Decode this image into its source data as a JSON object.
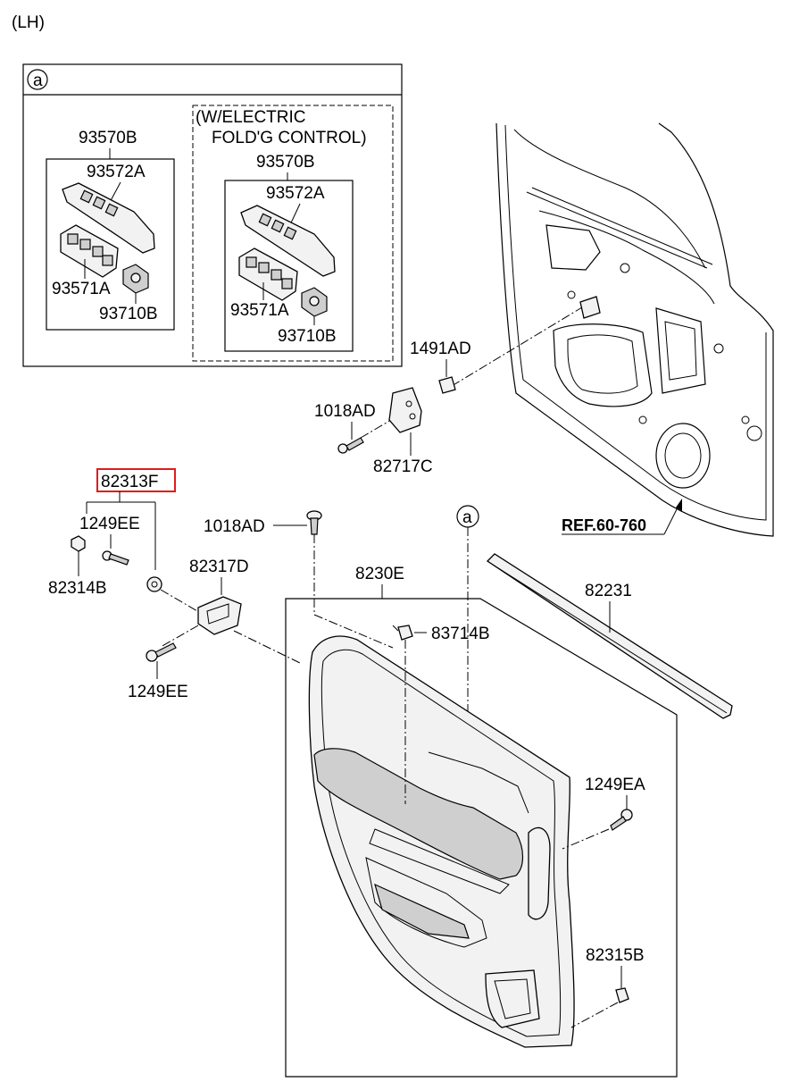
{
  "header": {
    "side": "(LH)"
  },
  "detail_box": {
    "marker": "a",
    "standard": {
      "assembly": "93570B",
      "bezel": "93572A",
      "switch": "93571A",
      "small_switch": "93710B"
    },
    "electric_fold": {
      "note_line1": "(W/ELECTRIC",
      "note_line2": "FOLD'G CONTROL)",
      "assembly": "93570B",
      "bezel": "93572A",
      "switch": "93571A",
      "small_switch": "93710B"
    }
  },
  "parts": {
    "p1491AD": "1491AD",
    "p1018AD_upper": "1018AD",
    "p82717C": "82717C",
    "ref": "REF.60-760",
    "p82313F": "82313F",
    "p1249EE_upper": "1249EE",
    "p82314B": "82314B",
    "p1018AD_lower": "1018AD",
    "p82317D": "82317D",
    "p1249EE_lower": "1249EE",
    "p8230E": "8230E",
    "marker_a": "a",
    "p83714B": "83714B",
    "p82231": "82231",
    "p1249EA": "1249EA",
    "p82315B": "82315B"
  },
  "colors": {
    "highlight": "#e01b1b",
    "line": "#000000",
    "background": "#ffffff"
  }
}
